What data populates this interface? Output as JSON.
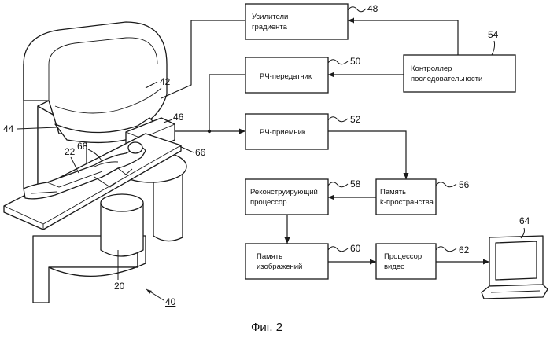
{
  "figure": {
    "caption": "Фиг. 2",
    "system_ref": "40",
    "blocks": [
      {
        "id": "gradient",
        "ref": "48",
        "lines": [
          "Усилители",
          "градиента"
        ]
      },
      {
        "id": "tx",
        "ref": "50",
        "lines": [
          "РЧ-передатчик"
        ]
      },
      {
        "id": "seq",
        "ref": "54",
        "lines": [
          "Контроллер",
          "последовательности"
        ]
      },
      {
        "id": "rx",
        "ref": "52",
        "lines": [
          "РЧ-приемник"
        ]
      },
      {
        "id": "recon",
        "ref": "58",
        "lines": [
          "Реконструирующий",
          "процессор"
        ]
      },
      {
        "id": "kspace",
        "ref": "56",
        "lines": [
          "Память",
          "k-пространства"
        ]
      },
      {
        "id": "imgmem",
        "ref": "60",
        "lines": [
          "Память",
          "изображений"
        ]
      },
      {
        "id": "vproc",
        "ref": "62",
        "lines": [
          "Процессор",
          "видео"
        ]
      }
    ],
    "monitor_ref": "64",
    "machine_refs": {
      "magnet": "42",
      "bore": "44",
      "coil": "46",
      "table": "66",
      "subject_head": "68",
      "subject": "22",
      "base": "20"
    }
  }
}
